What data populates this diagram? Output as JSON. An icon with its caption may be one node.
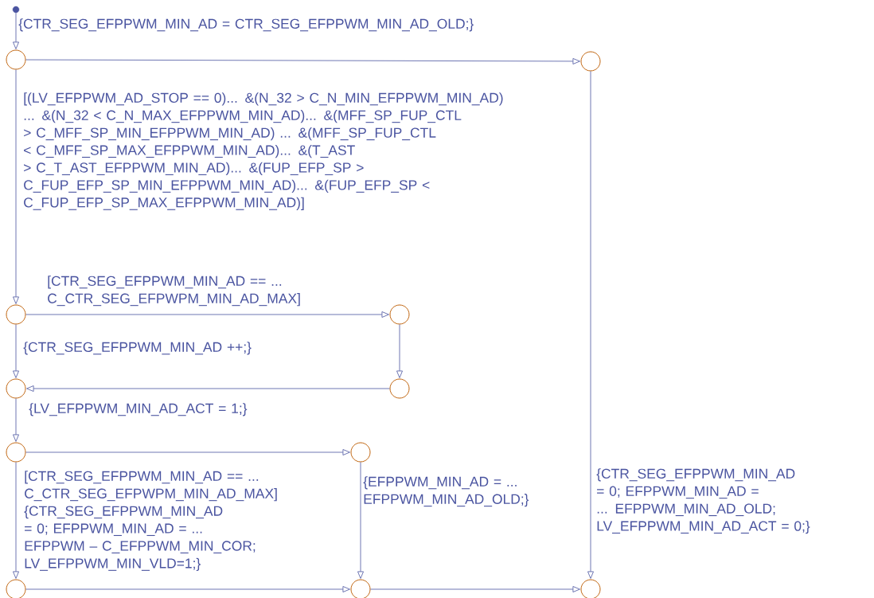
{
  "diagram": {
    "nodes": [
      {
        "text": [],
        "shape": "dot"
      },
      {
        "text": [],
        "shape": "circle"
      },
      {
        "text": [],
        "shape": "circle"
      },
      {
        "text": [],
        "shape": "circle"
      },
      {
        "text": [],
        "shape": "circle"
      },
      {
        "text": [],
        "shape": "circle"
      },
      {
        "text": [],
        "shape": "circle"
      },
      {
        "text": [],
        "shape": "circle"
      },
      {
        "text": [],
        "shape": "circle"
      },
      {
        "text": [],
        "shape": "circle"
      },
      {
        "text": [],
        "shape": "circle"
      },
      {
        "text": [],
        "shape": "circle"
      }
    ],
    "edges": [
      {
        "from": 0,
        "to": 1,
        "arrow": "to",
        "label": "{CTR_SEG_EFPPWM_MIN_AD = CTR_SEG_EFPPWM_MIN_AD_OLD;}"
      },
      {
        "from": 1,
        "to": 2,
        "arrow": "to"
      },
      {
        "from": 1,
        "to": 3,
        "arrow": "to",
        "label": "[(LV_EFPPWM_AD_STOP == 0)... &(N_32 > C_N_MIN_EFPPWM_MIN_AD) ... &(N_32 < C_N_MAX_EFPPWM_MIN_AD)... &(MFF_SP_FUP_CTL > C_MFF_SP_MIN_EFPPWM_MIN_AD) ... &(MFF_SP_FUP_CTL < C_MFF_SP_MAX_EFPPWM_MIN_AD)... &(T_AST > C_T_AST_EFPPWM_MIN_AD)... &(FUP_EFP_SP > C_FUP_EFP_SP_MIN_EFPPWM_MIN_AD)... &(FUP_EFP_SP < C_FUP_EFP_SP_MAX_EFPPWM_MIN_AD)]"
      },
      {
        "from": 3,
        "to": 4,
        "arrow": "to",
        "label": "[CTR_SEG_EFPPWM_MIN_AD == ... C_CTR_SEG_EFPWPM_MIN_AD_MAX]"
      },
      {
        "from": 4,
        "to": 6,
        "arrow": "to"
      },
      {
        "from": 6,
        "to": 5,
        "arrow": "to"
      },
      {
        "from": 3,
        "to": 5,
        "arrow": "to",
        "label": "{CTR_SEG_EFPPWM_MIN_AD ++;}"
      },
      {
        "from": 5,
        "to": 7,
        "arrow": "to",
        "label": "{LV_EFPPWM_MIN_AD_ACT = 1;}"
      },
      {
        "from": 7,
        "to": 8,
        "arrow": "to"
      },
      {
        "from": 7,
        "to": 9,
        "arrow": "to",
        "label": "[CTR_SEG_EFPPWM_MIN_AD == ... C_CTR_SEG_EFPWPM_MIN_AD_MAX] {CTR_SEG_EFPPWM_MIN_AD = 0; EFPPWM_MIN_AD = ... EFPPWM – C_EFPPWM_MIN_COR; LV_EFPPWM_MIN_VLD=1;}"
      },
      {
        "from": 8,
        "to": 10,
        "arrow": "to",
        "label": "{EFPPWM_MIN_AD = ... EFPPWM_MIN_AD_OLD;}"
      },
      {
        "from": 9,
        "to": 10,
        "arrow": "to"
      },
      {
        "from": 10,
        "to": 11,
        "arrow": "to"
      },
      {
        "from": 2,
        "to": 11,
        "arrow": "to",
        "label": "{CTR_SEG_EFPPWM_MIN_AD = 0; EFPPWM_MIN_AD = ... EFPPWM_MIN_AD_OLD; LV_EFPPWM_MIN_AD_ACT = 0;}"
      }
    ]
  }
}
